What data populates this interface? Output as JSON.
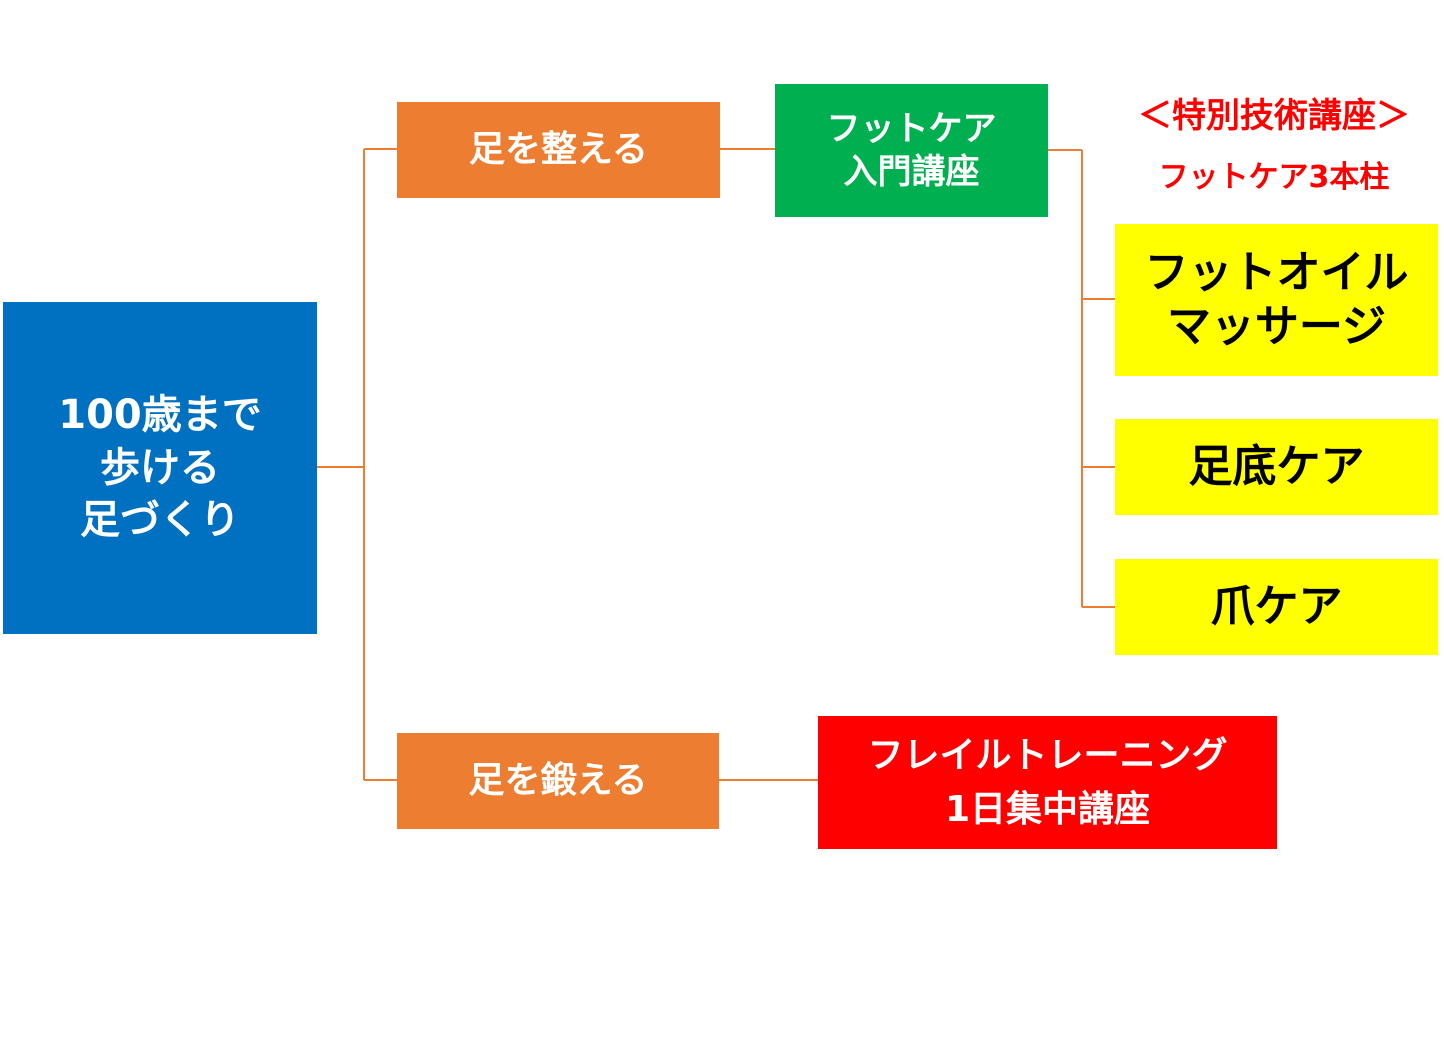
{
  "colors": {
    "root": "#0070C0",
    "category": "#ED7D31",
    "intro_course": "#00B050",
    "pillar": "#FFFF00",
    "frailty_course": "#FF0000",
    "connector": "#ED7D31",
    "caption": "#FF0000"
  },
  "diagram": {
    "root": {
      "label": "100歳まで\n歩ける\n足づくり"
    },
    "branch_arrange": {
      "label": "足を整える",
      "course": {
        "label": "フットケア\n入門講座"
      }
    },
    "branch_train": {
      "label": "足を鍛える",
      "course": {
        "label": "フレイルトレーニング\n1日集中講座"
      }
    },
    "special": {
      "title": "＜特別技術講座＞",
      "subtitle": "フットケア3本柱",
      "pillars": [
        {
          "label": "フットオイル\nマッサージ"
        },
        {
          "label": "足底ケア"
        },
        {
          "label": "爪ケア"
        }
      ]
    }
  }
}
